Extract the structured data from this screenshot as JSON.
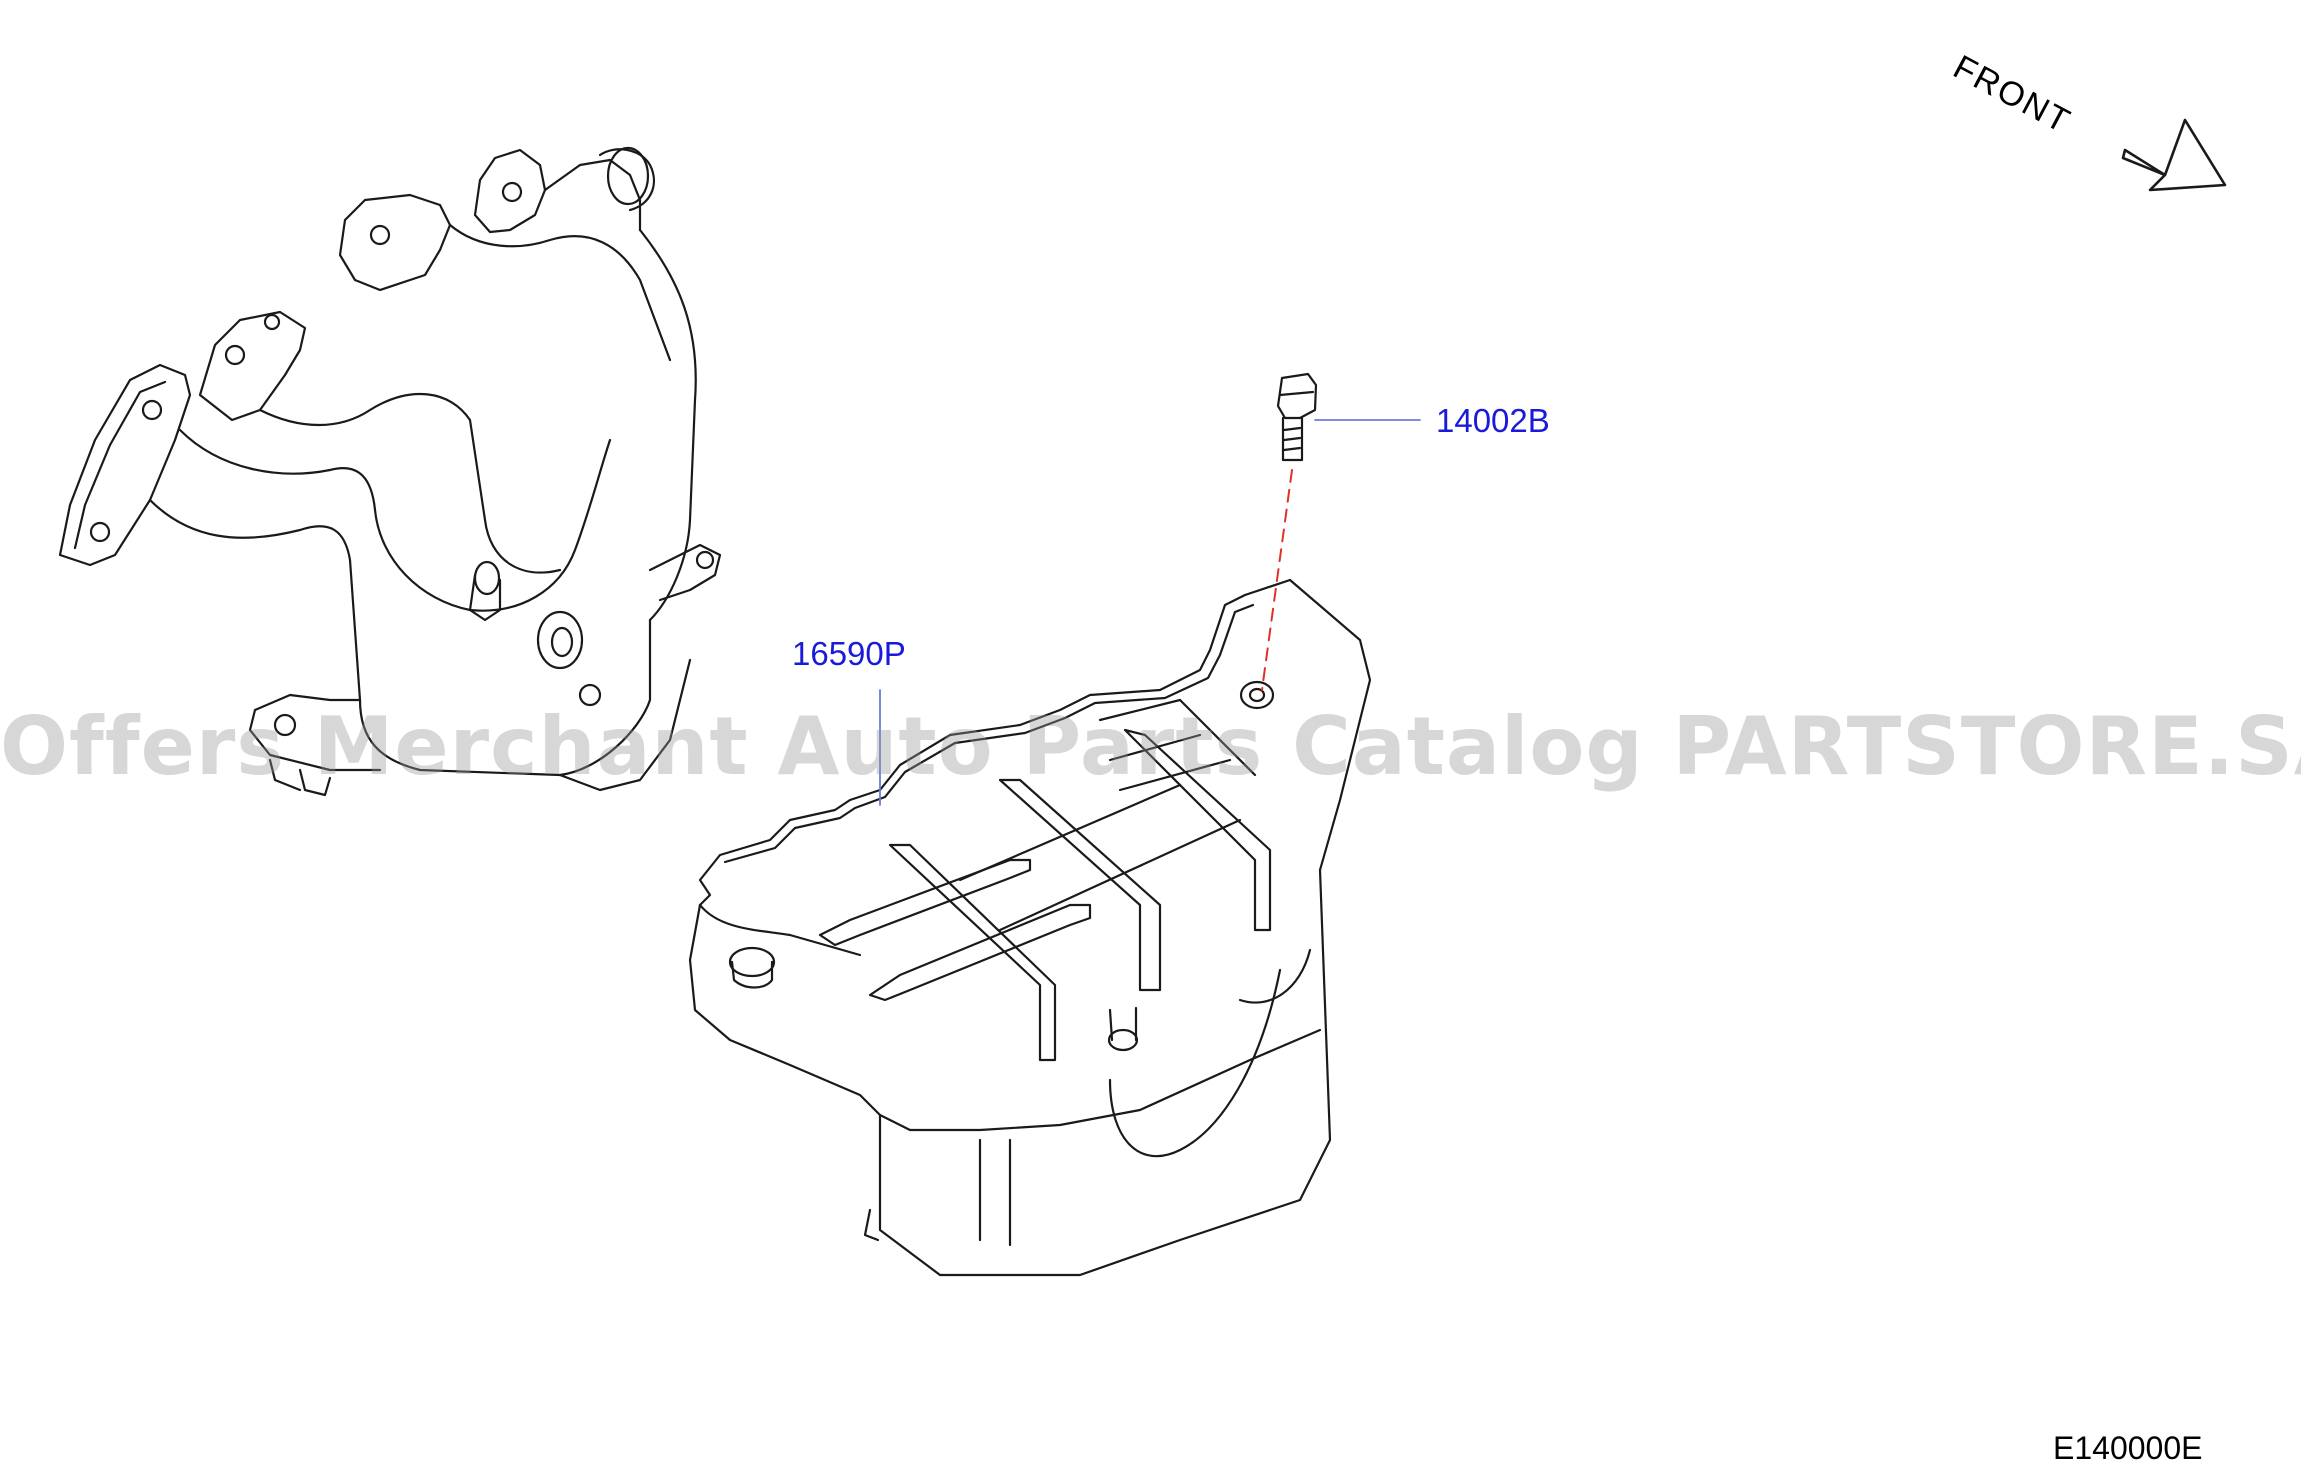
{
  "diagram": {
    "front_label": "FRONT",
    "diagram_code": "E140000E",
    "watermark": "Offers Merchant Auto Parts Catalog PARTSTORE.SA"
  },
  "callouts": [
    {
      "part_number": "14002B"
    },
    {
      "part_number": "16590P"
    }
  ],
  "colors": {
    "callout_text": "#1a1adb",
    "leader_line": "#6b7cd6",
    "bolt_dashed_line": "#e0302a",
    "outline": "#1a1a1a"
  }
}
